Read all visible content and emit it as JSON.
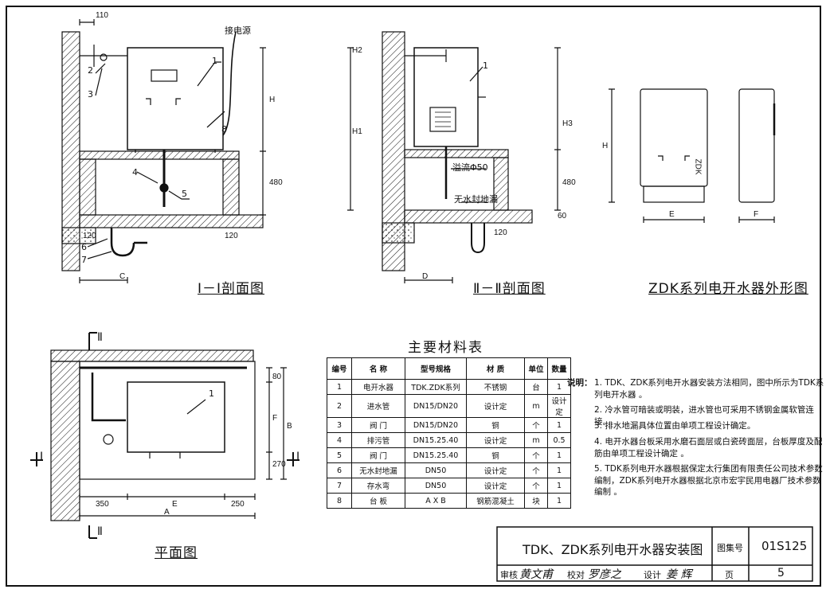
{
  "views": {
    "section1": {
      "title": "Ⅰ－Ⅰ剖面图",
      "label_power": "接电源",
      "dims": [
        "110",
        "H",
        "480",
        "C",
        "120",
        "120"
      ],
      "parts": [
        "1",
        "2",
        "3",
        "4",
        "5",
        "6",
        "7",
        "8"
      ]
    },
    "section2": {
      "title": "Ⅱ－Ⅱ剖面图",
      "label_overflow": "溢流Φ50",
      "label_drain": "无水封地漏",
      "dims": [
        "H2",
        "H1",
        "H3",
        "480",
        "60",
        "D",
        "120"
      ],
      "parts": [
        "1"
      ]
    },
    "outline": {
      "title": "ZDK系列电开水器外形图",
      "dims": [
        "H",
        "E",
        "F"
      ],
      "stamp": "ZDK"
    },
    "plan": {
      "title": "平面图",
      "dims": [
        "350",
        "E",
        "250",
        "A",
        "80",
        "F",
        "270",
        "B"
      ],
      "marks": [
        "Ⅱ",
        "Ⅰ",
        "Ⅰ",
        "Ⅱ"
      ],
      "parts": [
        "1"
      ]
    }
  },
  "materials": {
    "title": "主要材料表",
    "headers": [
      "编号",
      "名  称",
      "型号规格",
      "材    质",
      "单位",
      "数量"
    ],
    "rows": [
      [
        "1",
        "电开水器",
        "TDK.ZDK系列",
        "不锈钢",
        "台",
        "1"
      ],
      [
        "2",
        "进水管",
        "DN15/DN20",
        "设计定",
        "m",
        "设计定"
      ],
      [
        "3",
        "阀  门",
        "DN15/DN20",
        "铜",
        "个",
        "1"
      ],
      [
        "4",
        "排污管",
        "DN15.25.40",
        "设计定",
        "m",
        "0.5"
      ],
      [
        "5",
        "阀  门",
        "DN15.25.40",
        "铜",
        "个",
        "1"
      ],
      [
        "6",
        "无水封地漏",
        "DN50",
        "设计定",
        "个",
        "1"
      ],
      [
        "7",
        "存水弯",
        "DN50",
        "设计定",
        "个",
        "1"
      ],
      [
        "8",
        "台  板",
        "A X B",
        "钢筋混凝土",
        "块",
        "1"
      ]
    ]
  },
  "notes": {
    "lead": "说明：",
    "items": [
      "1. TDK、ZDK系列电开水器安装方法相同，图中所示为TDK系列电开水器 。",
      "2. 冷水管可暗装或明装，进水管也可采用不锈钢金属软管连接。",
      "3. 排水地漏具体位置由单项工程设计确定。",
      "4. 电开水器台板采用水磨石面层或白瓷砖面层，台板厚度及配筋由单项工程设计确定 。",
      "5. TDK系列电开水器根据保定太行集团有限责任公司技术参数编制，ZDK系列电开水器根据北京市宏宇民用电器厂技术参数编制 。"
    ]
  },
  "title_block": {
    "title": "TDK、ZDK系列电开水器安装图",
    "atlas_label": "图集号",
    "atlas_no": "01S125",
    "review_label": "审核",
    "review_name": "黄文甫",
    "check_label": "校对",
    "check_name": "罗彦之",
    "design_label": "设计",
    "design_name": "姜 辉",
    "page_label": "页",
    "page_no": "5"
  }
}
